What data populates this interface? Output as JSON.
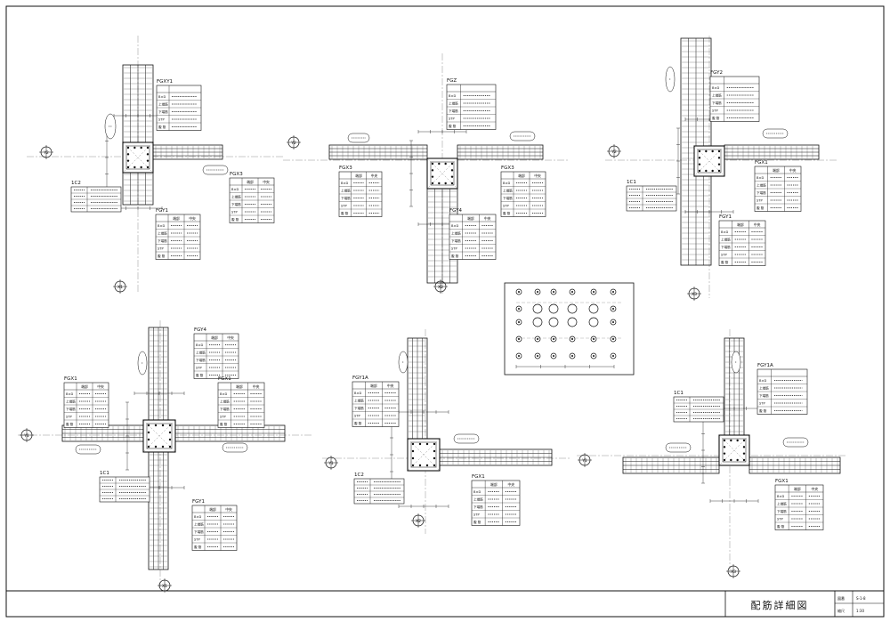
{
  "drawing_title": "配筋詳細図",
  "sheet_meta": [
    "図番",
    "S-1-8",
    "縮尺",
    "1:30"
  ],
  "details": [
    {
      "id": "detail-1",
      "beam_labels": [
        "FGXY1",
        "FGX3",
        "FGY1"
      ],
      "column_label": "1C2",
      "grid_marks": [
        "Y2",
        "X1"
      ]
    },
    {
      "id": "detail-2",
      "beam_labels": [
        "FGZ",
        "FGX3",
        "FGX3",
        "FGY4"
      ],
      "grid_marks": [
        "Y2",
        "X2"
      ]
    },
    {
      "id": "detail-3",
      "beam_labels": [
        "FGY2",
        "FGX1",
        "FGY1"
      ],
      "column_label": "1C1",
      "grid_marks": [
        "Y2",
        "X3"
      ]
    },
    {
      "id": "detail-4",
      "beam_labels": [
        "FGY4",
        "FGX1",
        "FGX1",
        "FGY1"
      ],
      "column_label": "1C1",
      "grid_marks": [
        "Y1",
        "X1"
      ]
    },
    {
      "id": "detail-5",
      "beam_labels": [
        "FGY1A",
        "FGX1"
      ],
      "column_label": "1C2",
      "grid_marks": [
        "Y1",
        "X2"
      ]
    },
    {
      "id": "detail-6",
      "beam_labels": [
        "FGY1A",
        "FGX1"
      ],
      "column_label": "1C1",
      "grid_marks": [
        "Y1",
        "X3"
      ]
    }
  ],
  "schedule_rows": [
    "B×D",
    "上端筋",
    "下端筋",
    "STP",
    "腹 筋"
  ],
  "schedule_header": [
    "端部",
    "中央"
  ],
  "colors": {
    "line": "#111111",
    "thin": "#444444",
    "grid": "#777777",
    "background": "#ffffff"
  }
}
